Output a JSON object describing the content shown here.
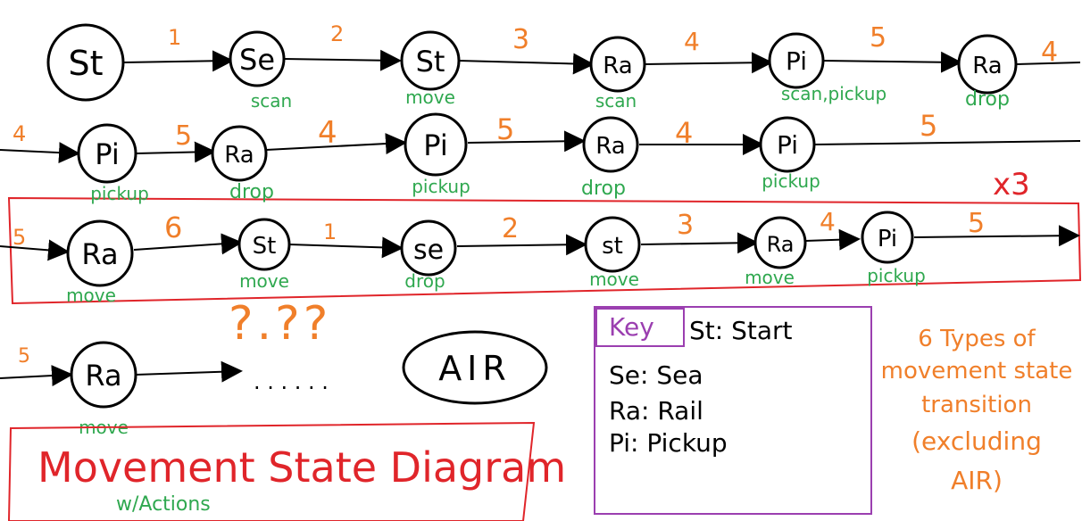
{
  "title": "Movement State Diagram",
  "subtitle": "w/Actions",
  "colors": {
    "ink": "#000000",
    "transition": "#f07f2a",
    "action": "#2fa84f",
    "loop": "#e0252a",
    "key": "#9b3fb0"
  },
  "rows": [
    {
      "in_label": "",
      "nodes": [
        {
          "label": "St",
          "action": "",
          "edge_in": ""
        },
        {
          "label": "Se",
          "action": "scan",
          "edge_in": "1"
        },
        {
          "label": "St",
          "action": "move",
          "edge_in": "2"
        },
        {
          "label": "Ra",
          "action": "scan",
          "edge_in": "3"
        },
        {
          "label": "Pi",
          "action": "scan,pickup",
          "edge_in": "4"
        },
        {
          "label": "Ra",
          "action": "drop",
          "edge_in": "5"
        }
      ],
      "out_label": "4"
    },
    {
      "in_label": "4",
      "nodes": [
        {
          "label": "Pi",
          "action": "pickup",
          "edge_in": ""
        },
        {
          "label": "Ra",
          "action": "drop",
          "edge_in": "5"
        },
        {
          "label": "Pi",
          "action": "pickup",
          "edge_in": "4"
        },
        {
          "label": "Ra",
          "action": "drop",
          "edge_in": "5"
        },
        {
          "label": "Pi",
          "action": "pickup",
          "edge_in": "4"
        }
      ],
      "out_label": "5"
    },
    {
      "in_label": "5",
      "nodes": [
        {
          "label": "Ra",
          "action": "move",
          "edge_in": ""
        },
        {
          "label": "St",
          "action": "move",
          "edge_in": "6"
        },
        {
          "label": "se",
          "action": "drop",
          "edge_in": "1"
        },
        {
          "label": "st",
          "action": "move",
          "edge_in": "2"
        },
        {
          "label": "Ra",
          "action": "move",
          "edge_in": "3"
        },
        {
          "label": "Pi",
          "action": "pickup",
          "edge_in": "4"
        }
      ],
      "out_label": "5"
    },
    {
      "in_label": "5",
      "nodes": [
        {
          "label": "Ra",
          "action": "move",
          "edge_in": ""
        }
      ],
      "out_label": ""
    }
  ],
  "loop_label": "x3",
  "question_marks": "?.??",
  "ellipsis": ". . . . . .",
  "final_state": "AIR",
  "key": {
    "heading": "Key",
    "entries": [
      "St: Start",
      "Se: Sea",
      "Ra: Rail",
      "Pi: Pickup"
    ]
  },
  "note": [
    "6 Types of",
    "movement state",
    "transition",
    "(excluding",
    "AIR)"
  ]
}
